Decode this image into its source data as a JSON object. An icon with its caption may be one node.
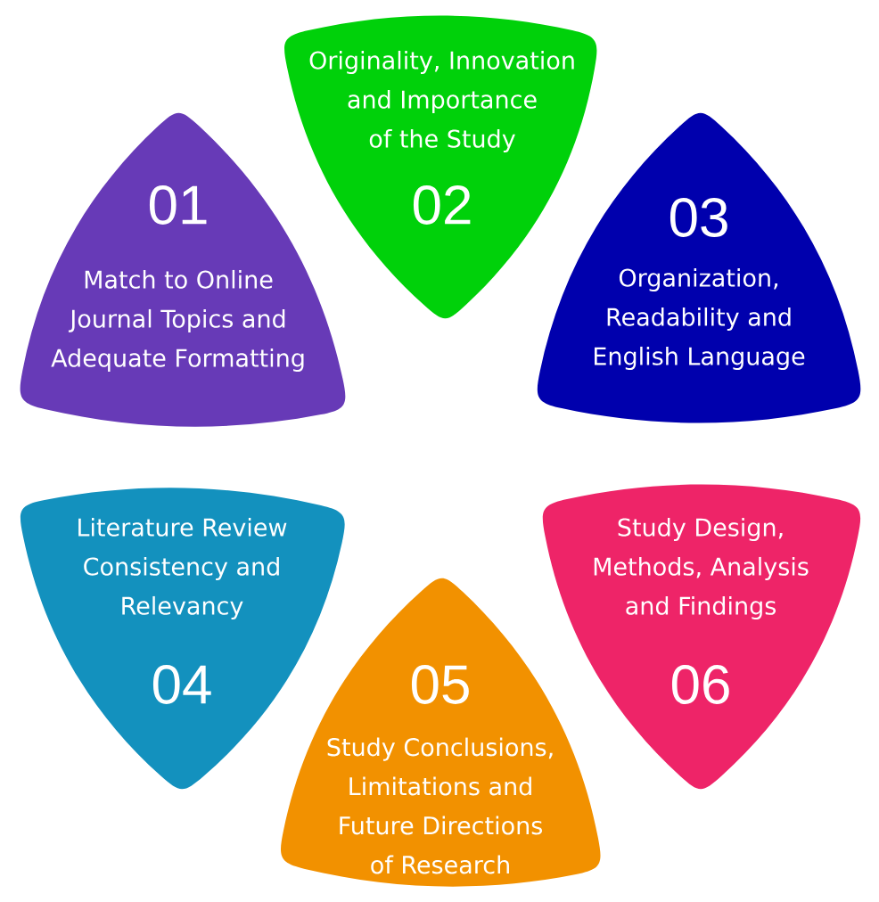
{
  "diagram": {
    "nodes": [
      {
        "text": [
          "01",
          "Match to Online Journal Topics and Adequate Formatting"
        ]
      },
      {
        "text": [
          "Originality, Innovation and Importance of the Study",
          "02"
        ]
      },
      {
        "text": [
          "03",
          "Organization, Readability and English Language"
        ]
      },
      {
        "text": [
          "Literature Review Consistency and Relevancy",
          "04"
        ]
      },
      {
        "text": [
          "05",
          "Study Conclusions, Limitations and Future Directions of Research"
        ]
      },
      {
        "text": [
          "Study Design, Methods, Analysis and Findings",
          "06"
        ]
      }
    ]
  }
}
